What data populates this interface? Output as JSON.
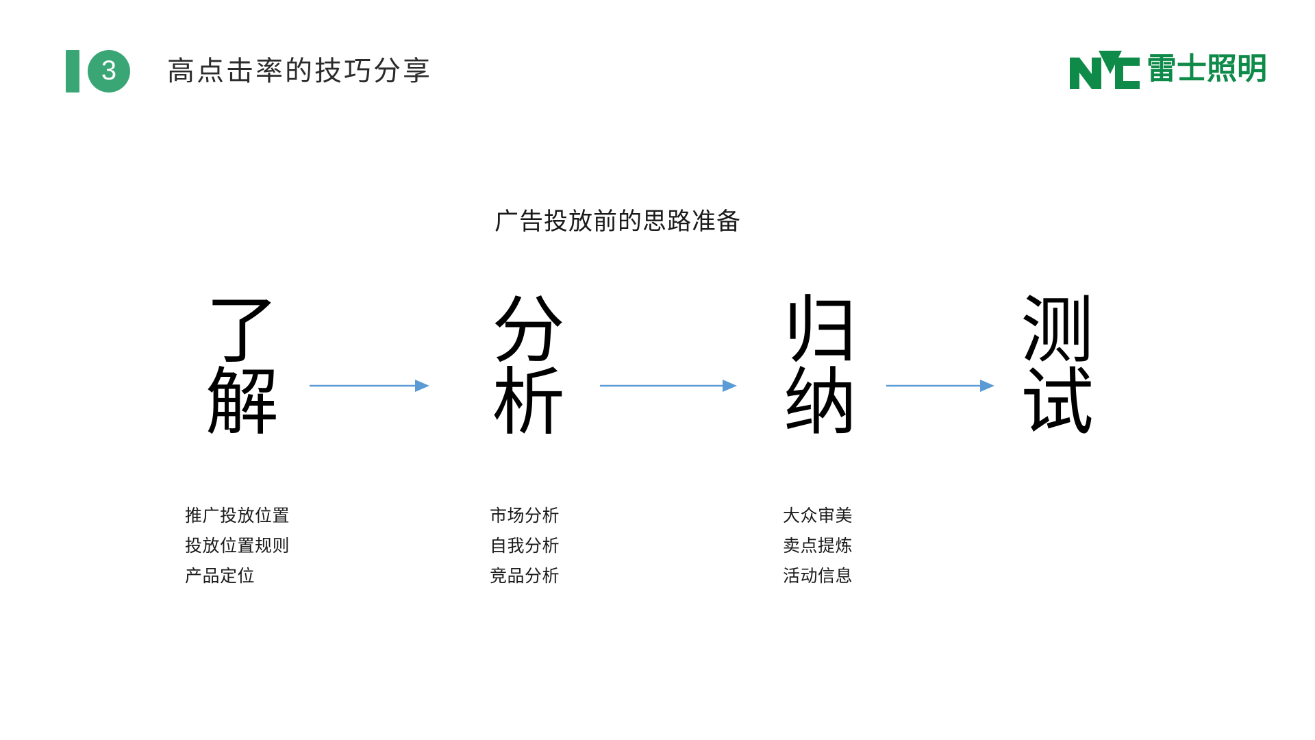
{
  "header": {
    "badge_number": "3",
    "title": "高点击率的技巧分享",
    "accent_color": "#3AA675"
  },
  "logo": {
    "mark_name": "nvc-logo-mark",
    "text": "雷士照明",
    "color": "#0E8A49"
  },
  "subtitle": "广告投放前的思路准备",
  "arrow_color": "#5B9BD5",
  "steps": [
    {
      "char_top": "了",
      "char_bottom": "解",
      "bullets": [
        "推广投放位置",
        "投放位置规则",
        "产品定位"
      ]
    },
    {
      "char_top": "分",
      "char_bottom": "析",
      "bullets": [
        "市场分析",
        "自我分析",
        "竞品分析"
      ]
    },
    {
      "char_top": "归",
      "char_bottom": "纳",
      "bullets": [
        "大众审美",
        "卖点提炼",
        "活动信息"
      ]
    },
    {
      "char_top": "测",
      "char_bottom": "试",
      "bullets": []
    }
  ]
}
